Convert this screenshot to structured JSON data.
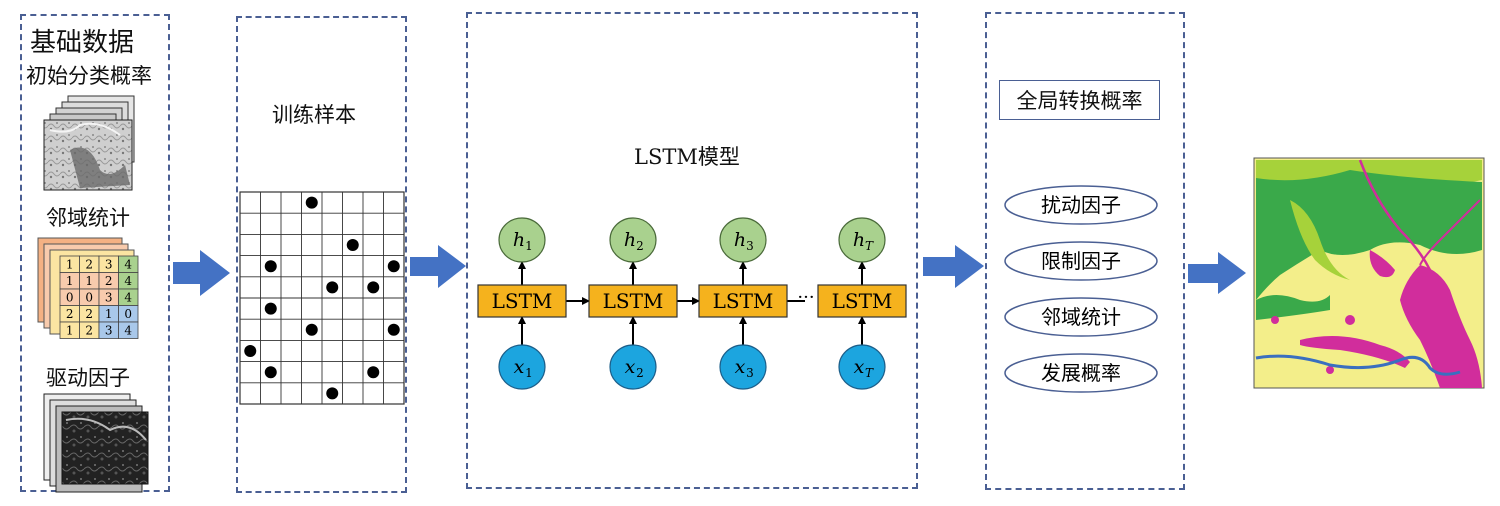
{
  "panel1": {
    "title": "基础数据",
    "label_initial": "初始分类概率",
    "label_neighbor": "邻域统计",
    "label_driver": "驱动因子",
    "neighbor_grid": [
      [
        "1",
        "2",
        "3",
        "4"
      ],
      [
        "1",
        "1",
        "2",
        "4"
      ],
      [
        "0",
        "0",
        "3",
        "4"
      ],
      [
        "2",
        "2",
        "1",
        "0"
      ],
      [
        "1",
        "2",
        "3",
        "4"
      ]
    ]
  },
  "panel2": {
    "title": "训练样本"
  },
  "panel3": {
    "title": "LSTM模型",
    "cell_label": "LSTM",
    "ellipsis": "···",
    "h_labels": [
      {
        "main": "h",
        "sub": "1"
      },
      {
        "main": "h",
        "sub": "2"
      },
      {
        "main": "h",
        "sub": "3"
      },
      {
        "main": "h",
        "sub": "T"
      }
    ],
    "x_labels": [
      {
        "main": "x",
        "sub": "1"
      },
      {
        "main": "x",
        "sub": "2"
      },
      {
        "main": "x",
        "sub": "3"
      },
      {
        "main": "x",
        "sub": "T"
      }
    ]
  },
  "panel4": {
    "title": "全局转换概率",
    "items": [
      "扰动因子",
      "限制因子",
      "邻域统计",
      "发展概率"
    ]
  },
  "colors": {
    "panel_border": "#4a5f93",
    "arrow_blue": "#4472c4",
    "lstm_box": "#f5b21d",
    "h_node": "#a9d18e",
    "x_node": "#1ca5df",
    "map_green": "#3aa94a",
    "map_lightgreen": "#a6d23a",
    "map_yellow": "#f3ee8a",
    "map_magenta": "#d12d9c",
    "map_blue": "#3a6fbf"
  }
}
